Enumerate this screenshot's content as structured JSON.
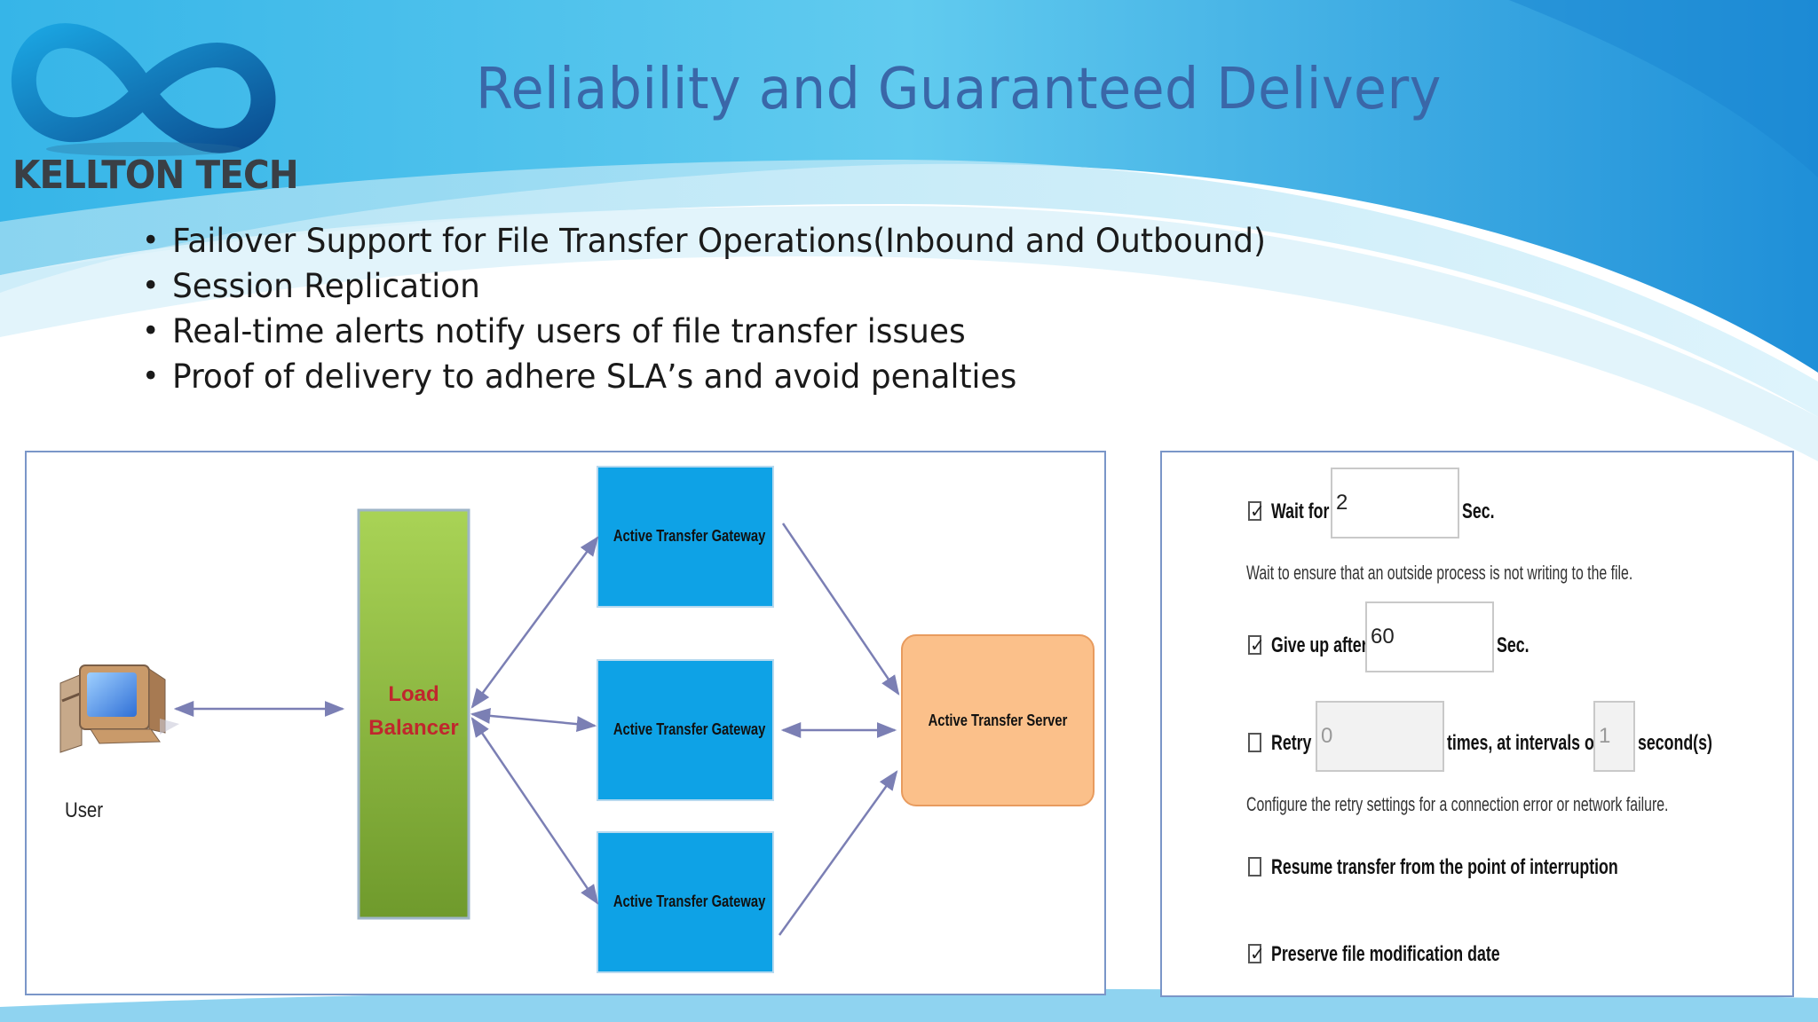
{
  "logo": {
    "text": "KELLTON TECH",
    "icon": "infinity-logo-icon"
  },
  "title": "Reliability and Guaranteed Delivery",
  "bullets": [
    "Failover Support for File Transfer Operations(Inbound and Outbound)",
    "Session Replication",
    "Real-time alerts notify users of file transfer issues",
    "Proof of delivery to adhere SLA’s and avoid penalties"
  ],
  "diagram": {
    "user_label": "User",
    "load_balancer": [
      "Load",
      "Balancer"
    ],
    "gateways": [
      "Active Transfer Gateway",
      "Active Transfer Gateway",
      "Active Transfer Gateway"
    ],
    "server": "Active Transfer Server",
    "colors": {
      "gateway": "#0ea2e6",
      "load_balancer": "#8cc63f",
      "server": "#fbc08a",
      "arrow": "#7b7fb4"
    }
  },
  "settings": {
    "wait": {
      "checked": true,
      "label": "Wait for",
      "value": "2",
      "unit": "Sec.",
      "description": "Wait to ensure that an outside process is not writing to the file."
    },
    "give_up": {
      "checked": true,
      "label": "Give up after",
      "value": "60",
      "unit": "Sec."
    },
    "retry": {
      "checked": false,
      "label": "Retry",
      "value": "0",
      "middle": "times, at intervals of",
      "interval": "1",
      "unit": "second(s)",
      "description": "Configure the retry settings for a connection error or network failure."
    },
    "resume": {
      "checked": false,
      "label": "Resume transfer from the point of interruption"
    },
    "preserve": {
      "checked": true,
      "label": "Preserve file modification date"
    }
  }
}
